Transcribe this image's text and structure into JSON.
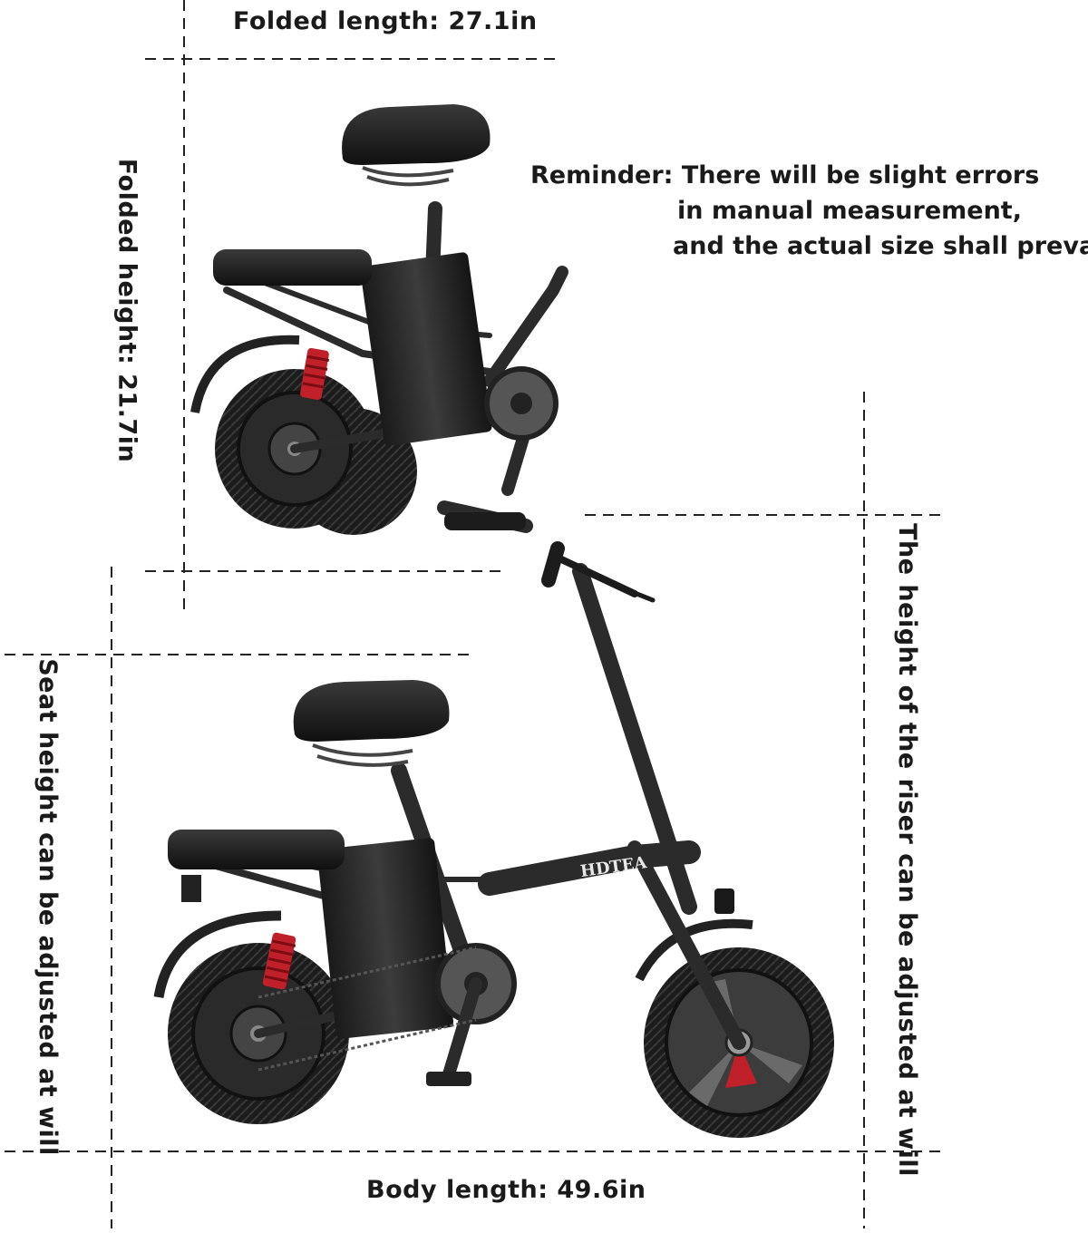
{
  "labels": {
    "folded_length": "Folded length: 27.1in",
    "folded_height": "Folded height: 21.7in",
    "body_length": "Body length: 49.6in",
    "seat_height": "Seat height can be adjusted at will",
    "riser_height": "The height of the riser can be adjusted at will"
  },
  "reminder": {
    "line1": "Reminder: There will be slight errors",
    "line2": "in manual measurement,",
    "line3": "and the actual size shall prevail"
  },
  "brand": {
    "frame_text": "HDTEA"
  },
  "colors": {
    "frame": "#2b2b2b",
    "tire": "#1c1c1c",
    "shock": "#c0202a",
    "dash": "#222222"
  }
}
